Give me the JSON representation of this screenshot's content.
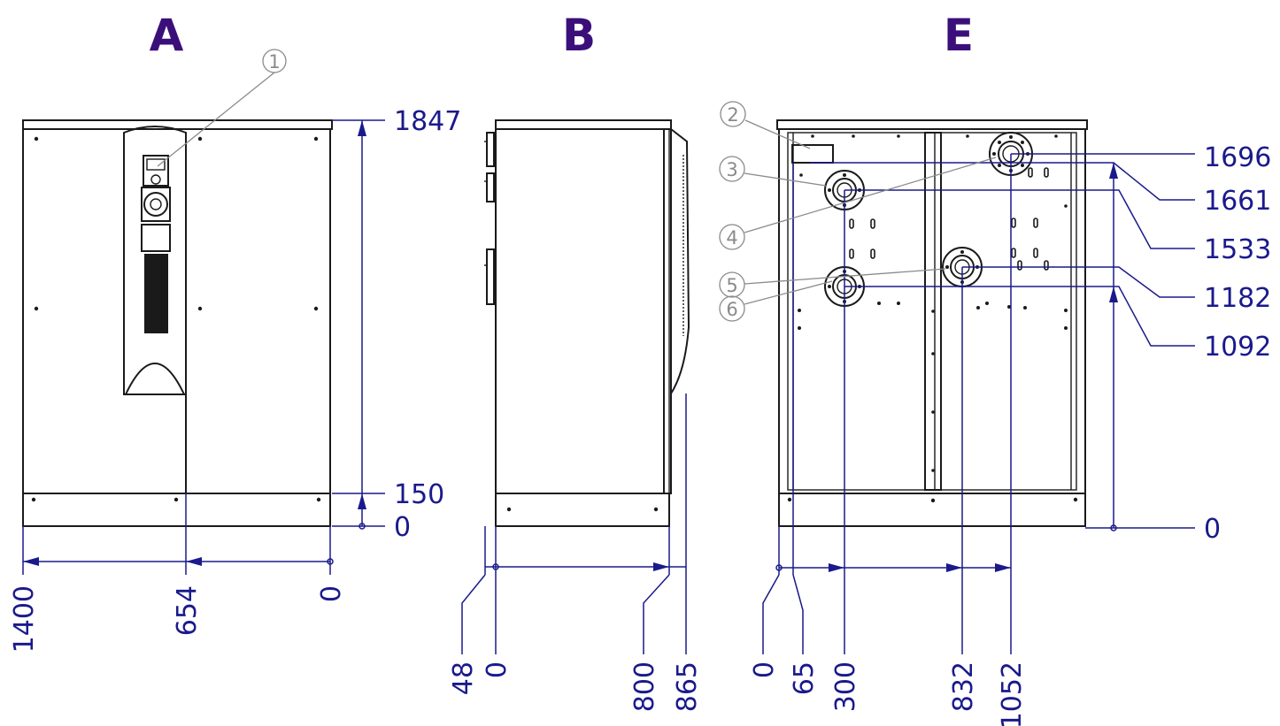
{
  "colors": {
    "title": "#3b0f7a",
    "dimension": "#1a1a8c",
    "callout": "#8a8a8a",
    "drawing": "#1a1a1a"
  },
  "views": {
    "a": {
      "title": "A"
    },
    "b": {
      "title": "B"
    },
    "e": {
      "title": "E"
    }
  },
  "dimensions": {
    "a_height_top": "1847",
    "a_height_base": "150",
    "a_height_zero": "0",
    "a_width_1400": "1400",
    "a_width_654": "654",
    "a_width_0": "0",
    "b_depth_48": "48",
    "b_depth_0": "0",
    "b_depth_800": "800",
    "b_depth_865": "865",
    "e_height_1696": "1696",
    "e_height_1661": "1661",
    "e_height_1533": "1533",
    "e_height_1182": "1182",
    "e_height_1092": "1092",
    "e_height_0": "0",
    "e_width_0": "0",
    "e_width_65": "65",
    "e_width_300": "300",
    "e_width_832": "832",
    "e_width_1052": "1052"
  },
  "callouts": {
    "c1": "1",
    "c2": "2",
    "c3": "3",
    "c4": "4",
    "c5": "5",
    "c6": "6"
  }
}
